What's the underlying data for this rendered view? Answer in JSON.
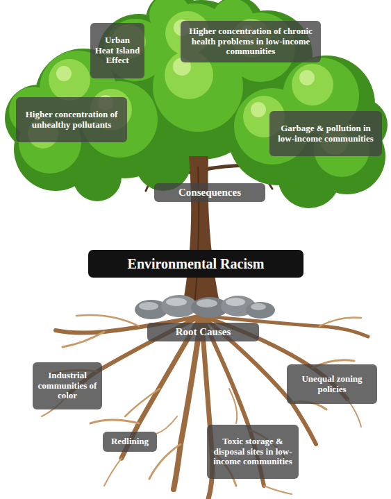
{
  "diagram": {
    "nodes": [
      {
        "text": [
          "Urban Heat Island Effect"
        ]
      },
      {
        "text": [
          "Higher concentration of chronic health problems in low-income communities"
        ]
      },
      {
        "text": [
          "Higher concentration of unhealthy pollutants"
        ]
      },
      {
        "text": [
          "Garbage & pollution in low-income communities"
        ]
      },
      {
        "text": [
          "Consequences"
        ]
      },
      {
        "text": [
          "Environmental Racism"
        ]
      },
      {
        "text": [
          "Root Causes"
        ]
      },
      {
        "text": [
          "Industrial communities of color"
        ]
      },
      {
        "text": [
          "Unequal zoning policies"
        ]
      },
      {
        "text": [
          "Redlining"
        ]
      },
      {
        "text": [
          "Toxic storage & disposal sites in low-income communities"
        ]
      }
    ]
  }
}
